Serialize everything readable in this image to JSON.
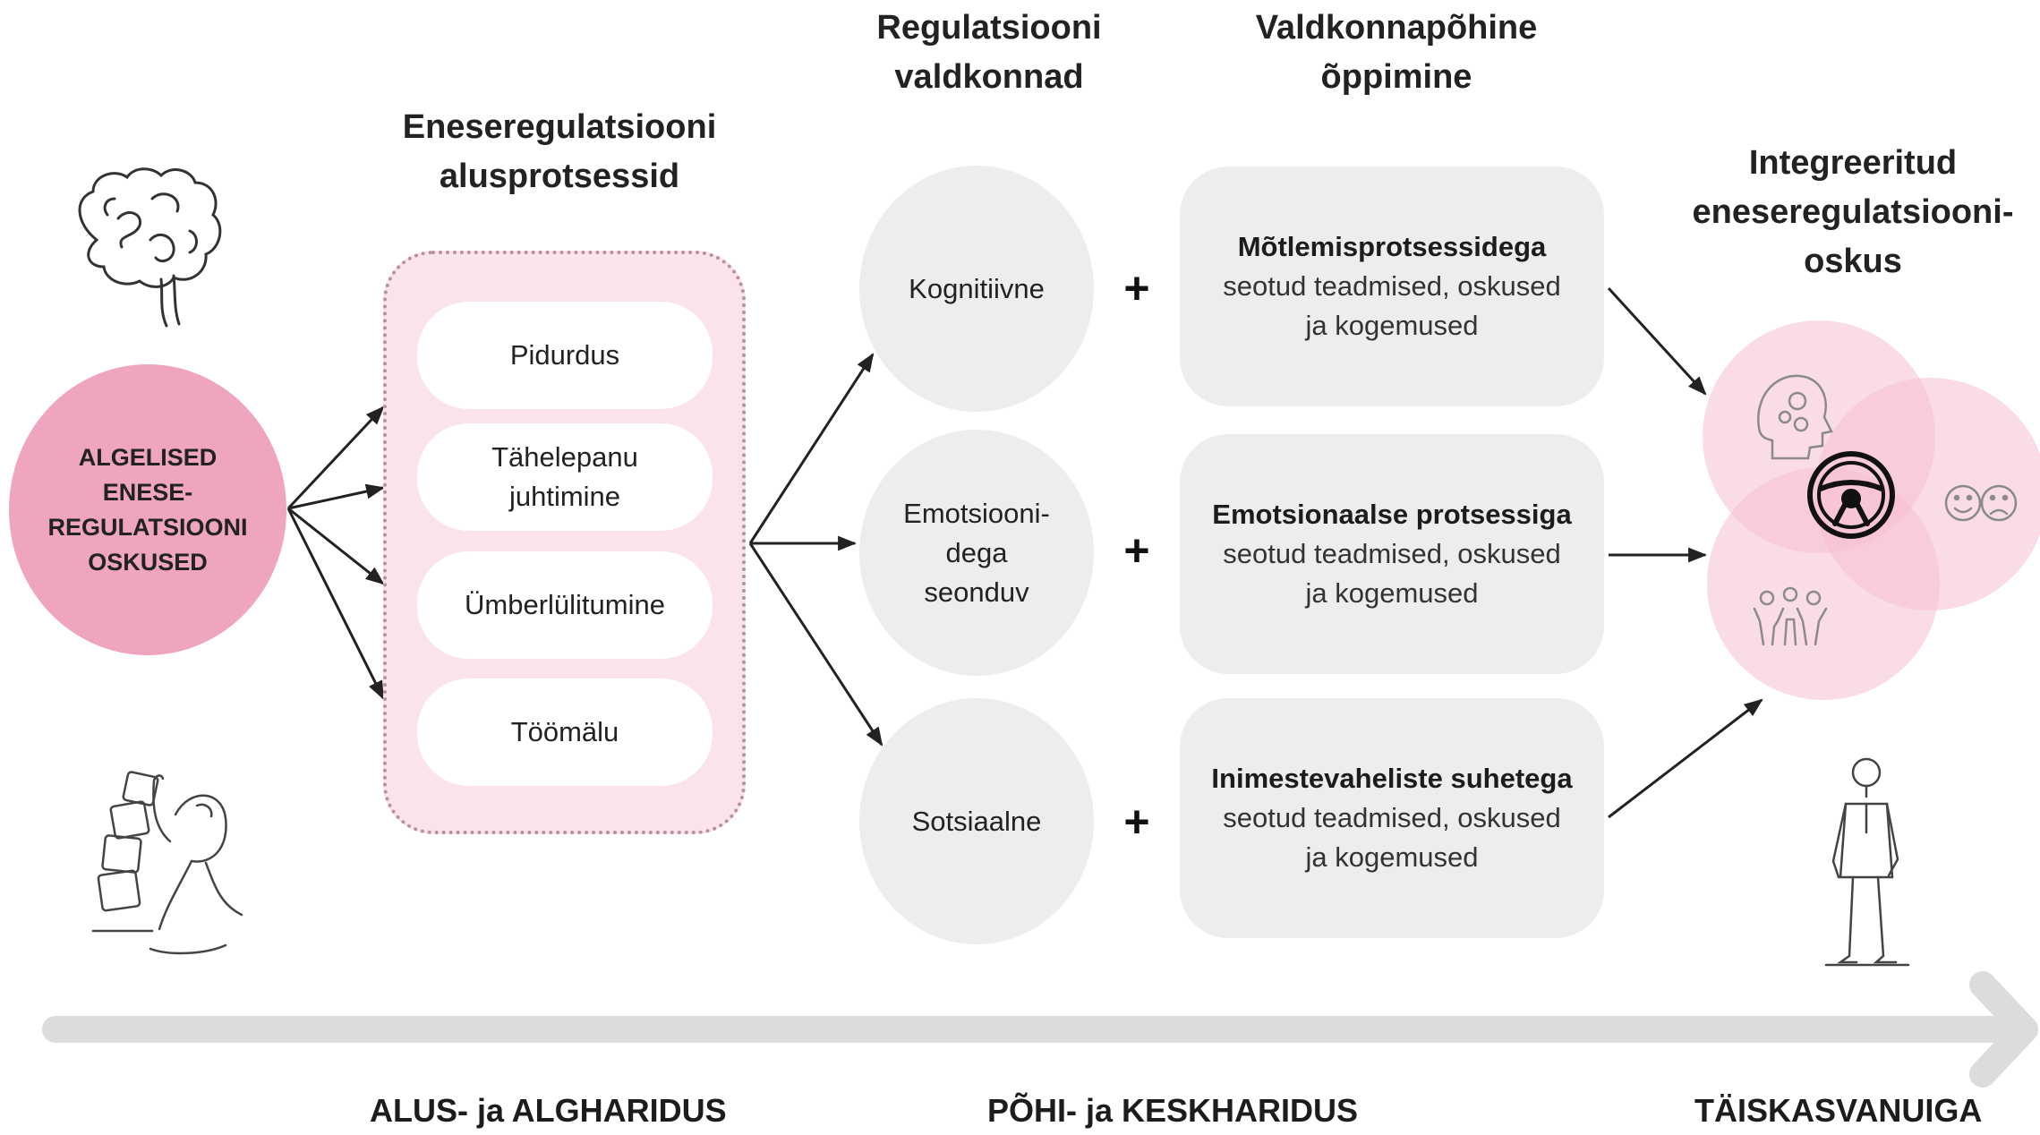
{
  "colors": {
    "pink_strong": "#efa5bb",
    "pink_light": "#fbe3ea",
    "grey_box": "#ededed",
    "arrow_bar": "#dcdcdc"
  },
  "headings": {
    "base_processes": [
      "Eneseregulatsiooni",
      "alusprotsessid"
    ],
    "domains": [
      "Regulatsiooni",
      "valdkonnad"
    ],
    "domain_learning": [
      "Valdkonnapõhine",
      "õppimine"
    ],
    "integrated": [
      "Integreeritud",
      "eneseregulatsiooni-",
      "oskus"
    ]
  },
  "start": [
    "ALGELISED",
    "ENESE-",
    "REGULATSIOONI",
    "OSKUSED"
  ],
  "processes": [
    [
      "Pidurdus"
    ],
    [
      "Tähelepanu",
      "juhtimine"
    ],
    [
      "Ümberlülitumine"
    ],
    [
      "Töömälu"
    ]
  ],
  "domains": [
    [
      "Kognitiivne"
    ],
    [
      "Emotsiooni-",
      "dega",
      "seonduv"
    ],
    [
      "Sotsiaalne"
    ]
  ],
  "plus_sign": "+",
  "learning": [
    {
      "bold": "Mõtlemisprotsessidega",
      "rest": [
        "seotud teadmised, oskused",
        "ja kogemused"
      ]
    },
    {
      "bold": "Emotsionaalse protsessiga",
      "rest": [
        "seotud teadmised, oskused",
        "ja kogemused"
      ]
    },
    {
      "bold": "Inimestevaheliste suhetega",
      "rest": [
        "seotud teadmised, oskused",
        "ja kogemused"
      ]
    }
  ],
  "stages": [
    "ALUS- ja ALGHARIDUS",
    "PÕHI- ja KESKHARIDUS",
    "TÄISKASVANUIGA"
  ],
  "icons": {
    "brain": "brain-icon",
    "child": "child-stacking-blocks-icon",
    "adult": "adult-figure-icon",
    "cognitive": "head-gears-icon",
    "emotional": "faces-icon",
    "social": "group-icon",
    "center": "steering-wheel-icon"
  }
}
